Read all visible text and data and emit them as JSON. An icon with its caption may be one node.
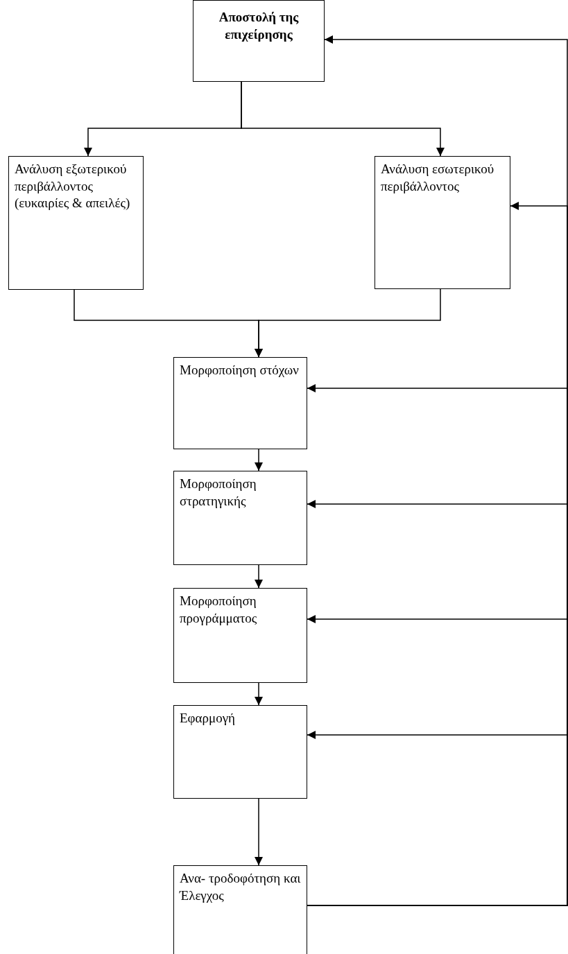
{
  "diagram": {
    "nodes": [
      {
        "text": [
          "Αποστολή της επιχείρησης"
        ]
      },
      {
        "text": [
          "Ανάλυση εξωτερικού περιβάλλοντος (ευκαιρίες & απειλές)"
        ]
      },
      {
        "text": [
          "Ανάλυση εσωτερικού περιβάλλοντος"
        ]
      },
      {
        "text": [
          "Μορφοποίηση στόχων"
        ]
      },
      {
        "text": [
          "Μορφοποίηση στρατηγικής"
        ]
      },
      {
        "text": [
          "Μορφοποίηση προγράμματος"
        ]
      },
      {
        "text": [
          "Εφαρμογή"
        ]
      },
      {
        "text": [
          "Ανα- τροδοφότηση και Έλεγχος"
        ]
      }
    ],
    "edges": [
      {
        "from": 0,
        "to": 1,
        "arrow": "to"
      },
      {
        "from": 0,
        "to": 2,
        "arrow": "to"
      },
      {
        "from": 1,
        "to": 3,
        "arrow": "to"
      },
      {
        "from": 2,
        "to": 3,
        "arrow": "to"
      },
      {
        "from": 3,
        "to": 4,
        "arrow": "to"
      },
      {
        "from": 4,
        "to": 5,
        "arrow": "to"
      },
      {
        "from": 5,
        "to": 6,
        "arrow": "to"
      },
      {
        "from": 6,
        "to": 7,
        "arrow": "to"
      },
      {
        "from": 7,
        "to": 0,
        "arrow": "to"
      },
      {
        "from": 7,
        "to": 2,
        "arrow": "to"
      },
      {
        "from": 7,
        "to": 3,
        "arrow": "to"
      },
      {
        "from": 7,
        "to": 4,
        "arrow": "to"
      },
      {
        "from": 7,
        "to": 5,
        "arrow": "to"
      },
      {
        "from": 7,
        "to": 6,
        "arrow": "to"
      }
    ]
  }
}
